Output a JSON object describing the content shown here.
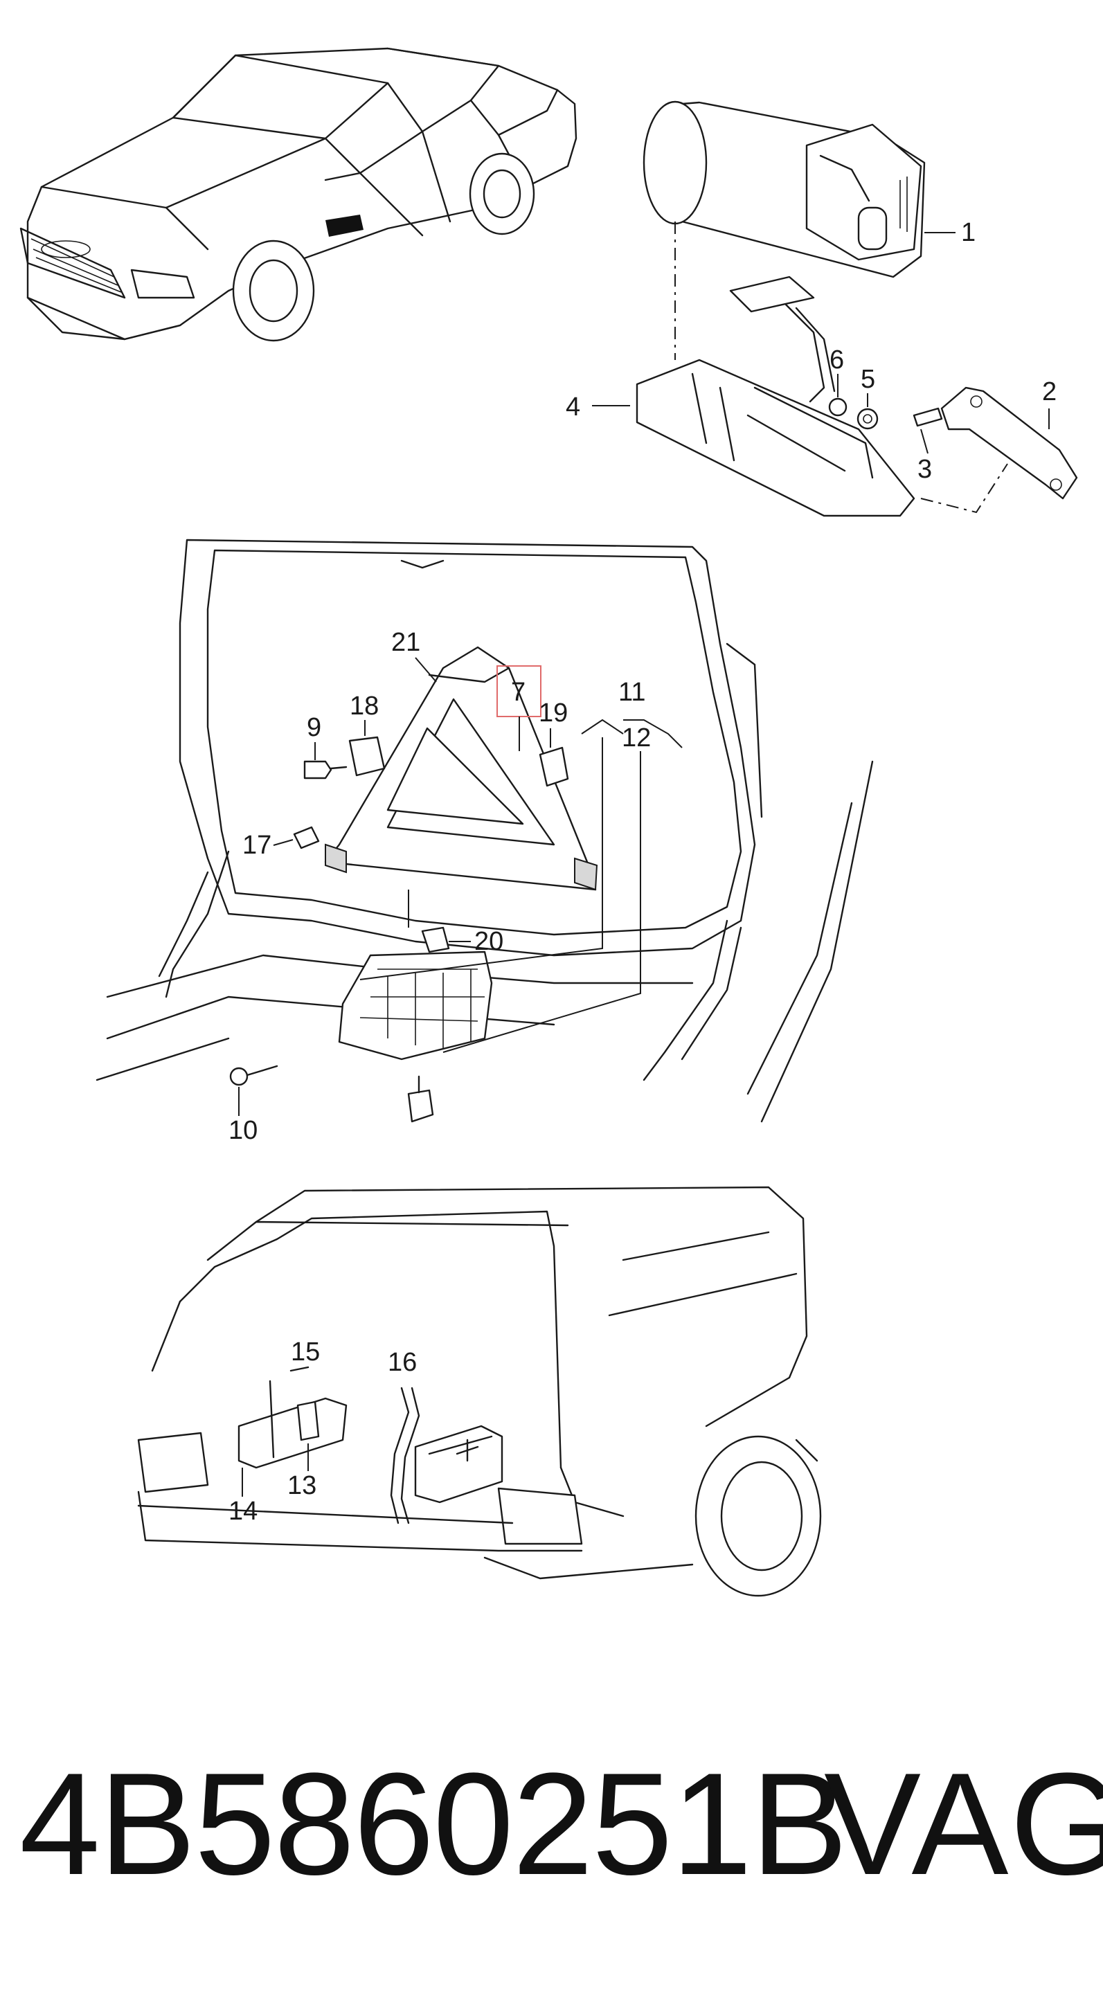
{
  "diagram": {
    "callouts": [
      {
        "id": "1",
        "text": "1"
      },
      {
        "id": "2",
        "text": "2"
      },
      {
        "id": "3",
        "text": "3"
      },
      {
        "id": "4",
        "text": "4"
      },
      {
        "id": "5",
        "text": "5"
      },
      {
        "id": "6",
        "text": "6"
      },
      {
        "id": "7",
        "text": "7"
      },
      {
        "id": "9",
        "text": "9"
      },
      {
        "id": "10",
        "text": "10"
      },
      {
        "id": "11",
        "text": "11"
      },
      {
        "id": "12",
        "text": "12"
      },
      {
        "id": "13",
        "text": "13"
      },
      {
        "id": "14",
        "text": "14"
      },
      {
        "id": "15",
        "text": "15"
      },
      {
        "id": "16",
        "text": "16"
      },
      {
        "id": "17",
        "text": "17"
      },
      {
        "id": "18",
        "text": "18"
      },
      {
        "id": "19",
        "text": "19"
      },
      {
        "id": "20",
        "text": "20"
      },
      {
        "id": "21",
        "text": "21"
      }
    ],
    "highlighted_callout": "7",
    "highlight_color": "#e06a6a"
  },
  "footer": {
    "part_number": "4B5860251B",
    "brand": "VAG"
  }
}
